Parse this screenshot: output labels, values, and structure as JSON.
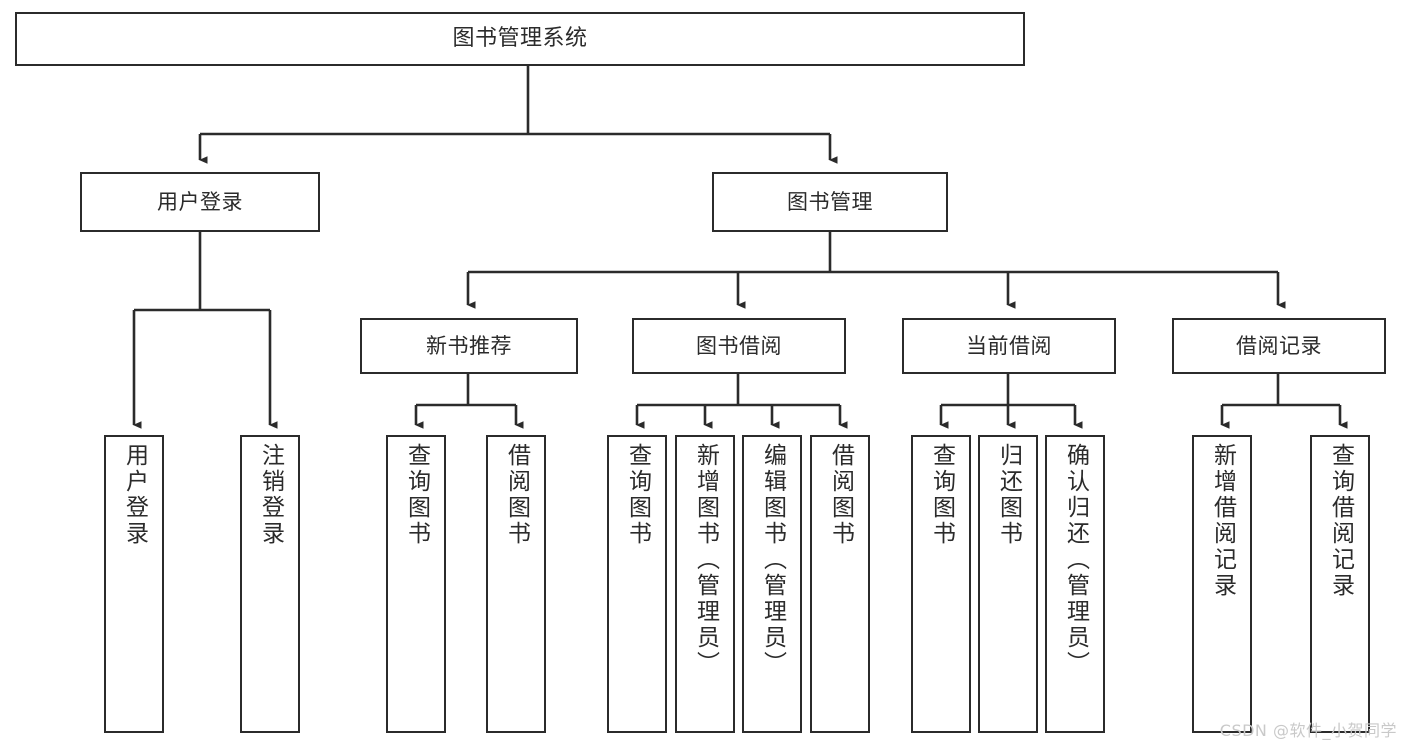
{
  "diagram": {
    "title": "图书管理系统",
    "type": "tree-hierarchy-chart",
    "colors": {
      "background": "#ffffff",
      "node_border": "#2b2b2b",
      "node_fill": "#ffffff",
      "connector": "#2b2b2b",
      "text": "#2b2b2b",
      "watermark": "#c9c9c9"
    },
    "root": {
      "label": "图书管理系统"
    },
    "level2": [
      {
        "label": "用户登录"
      },
      {
        "label": "图书管理"
      }
    ],
    "level3": [
      {
        "label": "新书推荐"
      },
      {
        "label": "图书借阅"
      },
      {
        "label": "当前借阅"
      },
      {
        "label": "借阅记录"
      }
    ],
    "leaves": {
      "user_login": [
        {
          "label": "用户登录"
        },
        {
          "label": "注销登录"
        }
      ],
      "new_book_recommend": [
        {
          "label": "查询图书"
        },
        {
          "label": "借阅图书"
        }
      ],
      "book_borrow": [
        {
          "label": "查询图书"
        },
        {
          "label": "新增图书（管理员）"
        },
        {
          "label": "编辑图书（管理员）"
        },
        {
          "label": "借阅图书"
        }
      ],
      "current_borrow": [
        {
          "label": "查询图书"
        },
        {
          "label": "归还图书"
        },
        {
          "label": "确认归还（管理员）"
        }
      ],
      "borrow_record": [
        {
          "label": "新增借阅记录"
        },
        {
          "label": "查询借阅记录"
        }
      ]
    }
  },
  "watermark": {
    "text": "CSDN @软件_小贺同学"
  }
}
